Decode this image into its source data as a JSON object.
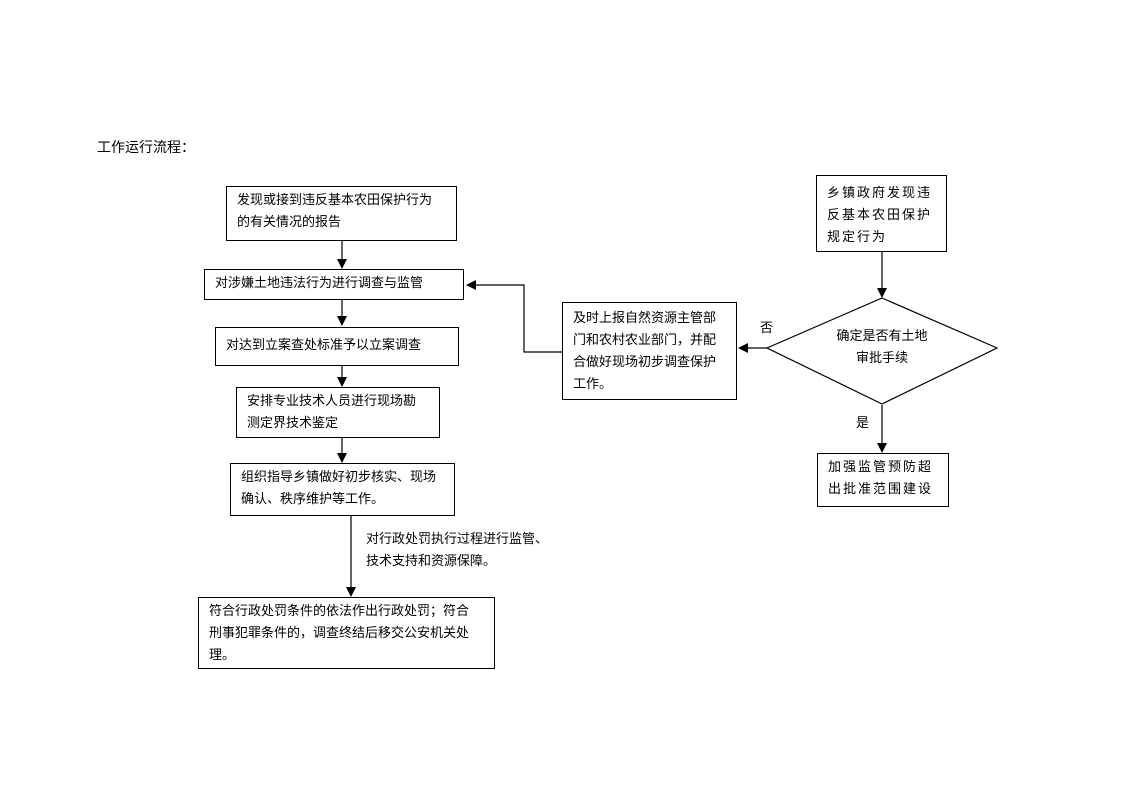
{
  "page": {
    "title": "工作运行流程："
  },
  "left_flow": {
    "step1": {
      "line1": "发现或接到违反基本农田保护行为",
      "line2": "的有关情况的报告"
    },
    "step2": {
      "line1": "对涉嫌土地违法行为进行调查与监管"
    },
    "step3": {
      "line1": "对达到立案查处标准予以立案调查"
    },
    "step4": {
      "line1": "安排专业技术人员进行现场勘",
      "line2": "测定界技术鉴定"
    },
    "step5": {
      "line1": "组织指导乡镇做好初步核实、现场",
      "line2": "确认、秩序维护等工作。"
    },
    "note": {
      "line1": "对行政处罚执行过程进行监管、",
      "line2": "技术支持和资源保障。"
    },
    "step6": {
      "line1": "符合行政处罚条件的依法作出行政处罚；符合",
      "line2": "刑事犯罪条件的，调查终结后移交公安机关处",
      "line3": "理。"
    }
  },
  "middle_flow": {
    "report": {
      "line1": "及时上报自然资源主管部",
      "line2": "门和农村农业部门，并配",
      "line3": "合做好现场初步调查保护",
      "line4": "工作。"
    }
  },
  "right_flow": {
    "start": {
      "line1": "乡镇政府发现违",
      "line2": "反基本农田保护",
      "line3": "规定行为"
    },
    "decision": {
      "line1": "确定是否有土地",
      "line2": "审批手续"
    },
    "no_label": "否",
    "yes_label": "是",
    "end": {
      "line1": "加强监管预防超",
      "line2": "出批准范围建设"
    }
  }
}
